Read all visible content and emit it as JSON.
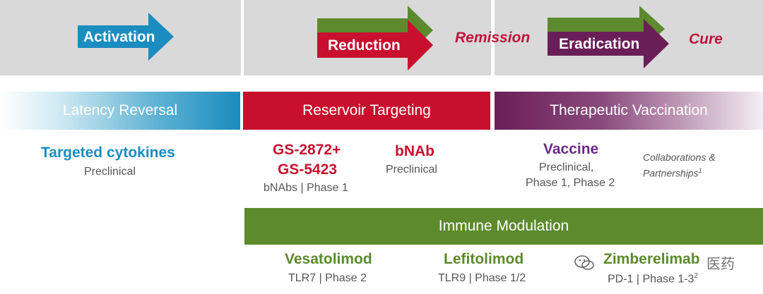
{
  "stages": {
    "activation": "Activation",
    "reduction": "Reduction",
    "remission": "Remission",
    "eradication": "Eradication",
    "cure": "Cure"
  },
  "categories": {
    "latency_reversal": "Latency Reversal",
    "reservoir_targeting": "Reservoir Targeting",
    "therapeutic_vaccination": "Therapeutic Vaccination",
    "immune_modulation": "Immune Modulation"
  },
  "items": {
    "targeted_cytokines": {
      "title": "Targeted cytokines",
      "sub": "Preclinical"
    },
    "gs_combo": {
      "title_line1": "GS-2872+",
      "title_line2": "GS-5423",
      "sub": "bNAbs | Phase 1"
    },
    "bnab": {
      "title": "bNAb",
      "sub": "Preclinical"
    },
    "vaccine": {
      "title": "Vaccine",
      "sub_line1": "Preclinical,",
      "sub_line2": "Phase 1, Phase 2"
    },
    "collaborations": {
      "line1": "Collaborations &",
      "line2": "Partnerships",
      "sup": "1"
    },
    "vesatolimod": {
      "title": "Vesatolimod",
      "sub": "TLR7 | Phase 2"
    },
    "lefitolimod": {
      "title": "Lefitolimod",
      "sub": "TLR9 | Phase 1/2"
    },
    "checkpoint": {
      "title": "Zimberelimab",
      "sub": "PD-1 | Phase 1-3",
      "sup": "2"
    }
  },
  "watermark": "医药",
  "colors": {
    "panel_grey": "#d9d9d9",
    "activation_blue": "#1b8cbf",
    "reduction_red": "#c8102e",
    "green": "#5c8a2c",
    "purple": "#6a1e57"
  }
}
